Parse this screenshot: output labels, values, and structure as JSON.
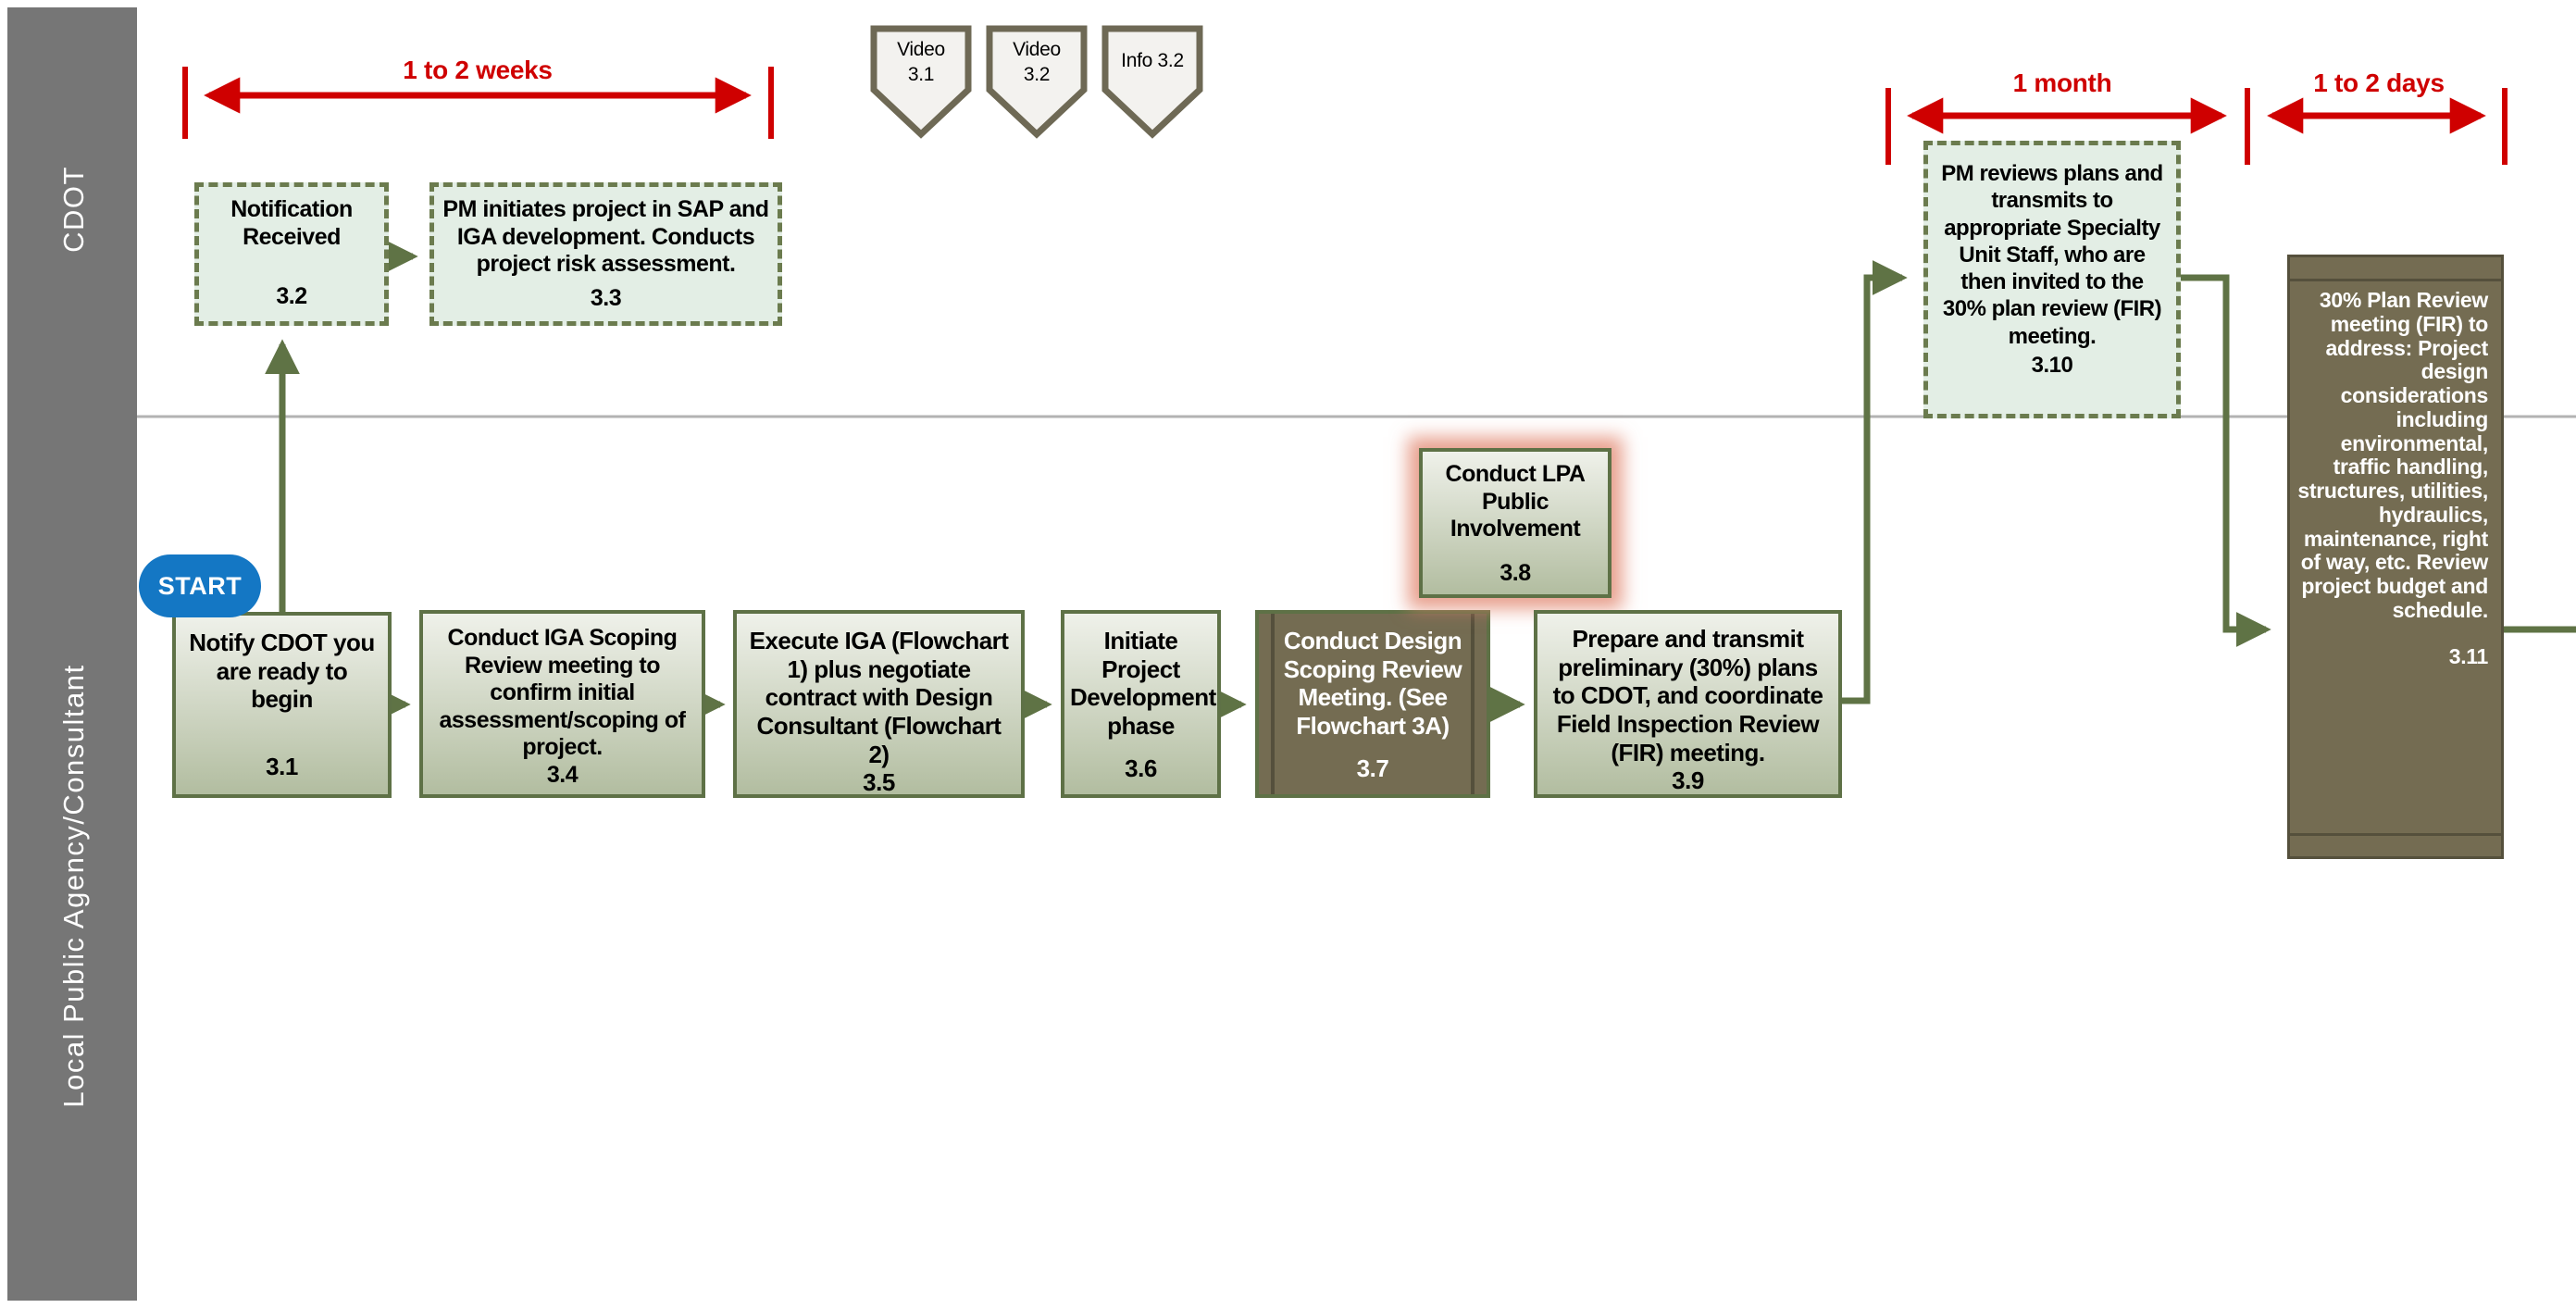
{
  "lanes": {
    "cdot_label": "CDOT",
    "lpa_label": "Local Public Agency/Consultant"
  },
  "timelines": {
    "weeks": "1 to 2 weeks",
    "month": "1 month",
    "days": "1 to 2 days"
  },
  "badges": {
    "video1": {
      "line1": "Video",
      "line2": "3.1"
    },
    "video2": {
      "line1": "Video",
      "line2": "3.2"
    },
    "info": {
      "line1": "Info 3.2",
      "line2": ""
    }
  },
  "start_label": "START",
  "boxes": {
    "b31": {
      "text": "Notify CDOT you are ready to begin",
      "num": "3.1"
    },
    "b32": {
      "text": "Notification Received",
      "num": "3.2"
    },
    "b33": {
      "text": "PM initiates project in SAP and IGA development. Conducts project risk assessment.",
      "num": "3.3"
    },
    "b34": {
      "text": "Conduct IGA Scoping Review meeting  to confirm initial assessment/scoping of project.",
      "num": "3.4"
    },
    "b35": {
      "text": "Execute IGA (Flowchart 1) plus negotiate contract with Design Consultant (Flowchart 2)",
      "num": "3.5"
    },
    "b36": {
      "text": "Initiate Project Development phase",
      "num": "3.6"
    },
    "b37": {
      "text": "Conduct Design Scoping Review Meeting. (See Flowchart 3A)",
      "num": "3.7"
    },
    "b38": {
      "text": "Conduct LPA Public Involvement",
      "num": "3.8"
    },
    "b39": {
      "text": "Prepare and transmit preliminary (30%) plans to CDOT, and coordinate Field Inspection Review (FIR) meeting.",
      "num": "3.9"
    },
    "b310": {
      "text": "PM reviews plans and transmits to appropriate Specialty Unit Staff, who are then invited to the 30% plan review (FIR) meeting.",
      "num": "3.10"
    },
    "b311": {
      "text": "30% Plan Review meeting (FIR) to address: Project design considerations including environmental, traffic handling, structures, utilities, hydraulics, maintenance, right of way, etc. Review project budget and schedule.",
      "num": "3.11"
    }
  },
  "colors": {
    "lane-band": "#767676",
    "lane-divider": "#b3b3b3",
    "olive": "#5f7345",
    "olive-border": "#5e7146",
    "dash-border": "#6b7b4e",
    "dash-fill": "#e3eee5",
    "grad-top": "#eff1ea",
    "grad-bottom": "#b2bda0",
    "brown-fill": "#746c52",
    "brown-line": "#55503c",
    "badge-border": "#6e6955",
    "badge-fill": "#f3f2ef",
    "red": "#cf0000",
    "blue": "#1477c4",
    "glow": "rgba(224,130,105,0.75)",
    "text-dark": "#000000",
    "text-light": "#ffffff"
  }
}
